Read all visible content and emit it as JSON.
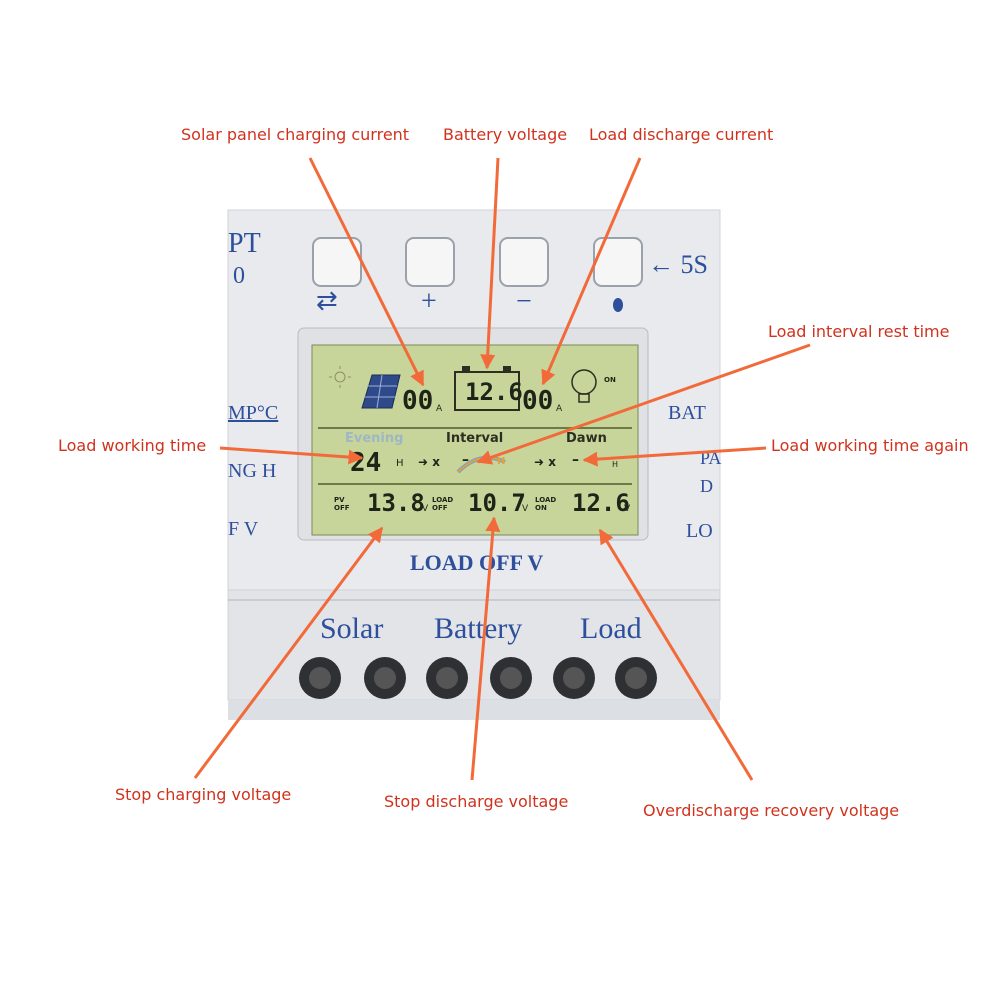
{
  "callouts": {
    "solar_current": "Solar panel charging current",
    "battery_voltage": "Battery voltage",
    "load_current": "Load discharge current",
    "load_interval": "Load interval rest time",
    "load_working_time": "Load working time",
    "load_working_time_again": "Load working time again",
    "stop_charging": "Stop charging voltage",
    "stop_discharge": "Stop discharge voltage",
    "overdischarge_recovery": "Overdischarge recovery voltage"
  },
  "panel": {
    "left_top": "PT",
    "left_top2": "0",
    "left_temp": "MP°C",
    "left_h": "NG H",
    "left_v": "F V",
    "right_top": "← 5S",
    "right_bat": "BAT",
    "right_pa": "PA",
    "right_d": "D",
    "right_lo": "LO",
    "load_off_label": "LOAD OFF V",
    "terminal_solar": "Solar",
    "terminal_battery": "Battery",
    "terminal_load": "Load"
  },
  "buttons": {
    "swap_symbol": "⇄",
    "plus_symbol": "+",
    "minus_symbol": "−"
  },
  "lcd": {
    "solar_current": "00",
    "battery_voltage": "12.6",
    "load_current": "00",
    "unit_a": "A",
    "on_label": "ON",
    "evening": "Evening",
    "interval": "Interval",
    "dawn": "Dawn",
    "evening_hours": "24",
    "unit_h": "H",
    "interval_h": "H",
    "arrow_x": "➜ x",
    "dash": "–",
    "pv_off_label": "PV OFF",
    "load_off_label": "LOAD OFF",
    "load_on_label": "LOAD ON",
    "pv_off_value": "13.8",
    "load_off_value": "10.7",
    "load_on_value": "12.6",
    "unit_v": "V"
  },
  "colors": {
    "callout": "#d0321e",
    "arrow": "#f26a3a",
    "panel_blue": "#2e4f9c",
    "lcd_bg": "#c7d59a"
  }
}
